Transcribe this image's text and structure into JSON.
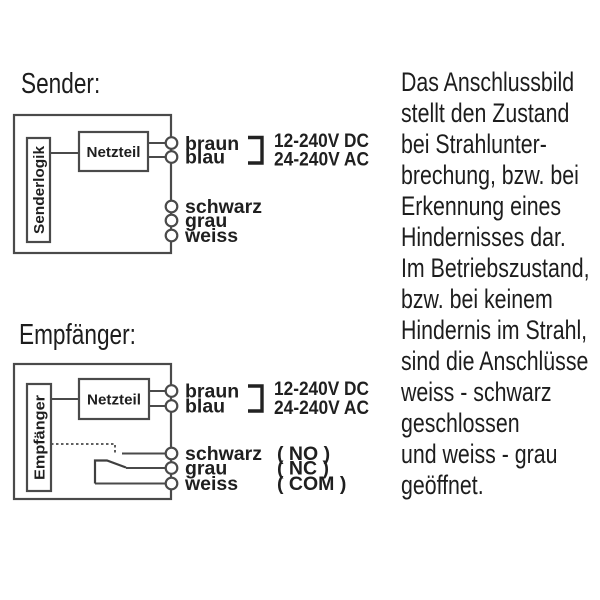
{
  "colors": {
    "background": "#ffffff",
    "line": "#4a4a4a",
    "ink": "#1d1d1d",
    "terminal_fill": "#ffffff"
  },
  "sender": {
    "title": "Sender:",
    "logic_label": "Senderlogik",
    "psu_label": "Netzteil",
    "power_wires": [
      "braun",
      "blau"
    ],
    "voltage": [
      "12-240V DC",
      "24-240V AC"
    ],
    "signal_wires": [
      "schwarz",
      "grau",
      "weiss"
    ]
  },
  "receiver": {
    "title": "Empfänger:",
    "logic_label": "Empfänger",
    "psu_label": "Netzteil",
    "power_wires": [
      "braun",
      "blau"
    ],
    "voltage": [
      "12-240V DC",
      "24-240V AC"
    ],
    "signal_wires": [
      "schwarz",
      "grau",
      "weiss"
    ],
    "contacts": [
      "( NO )",
      "( NC )",
      "( COM )"
    ]
  },
  "description": {
    "lines": [
      "Das Anschlussbild",
      "stellt den Zustand",
      "bei Strahlunter-",
      "brechung, bzw. bei",
      "Erkennung eines",
      "Hindernisses dar.",
      "Im Betriebszustand,",
      "bzw. bei keinem",
      "Hindernis im Strahl,",
      "sind die Anschlüsse",
      "weiss - schwarz",
      "geschlossen",
      "und weiss - grau",
      "geöffnet."
    ]
  }
}
